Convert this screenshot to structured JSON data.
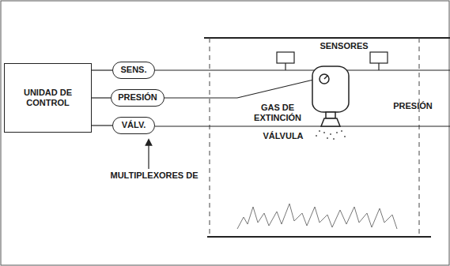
{
  "diagram": {
    "nodes": [
      {
        "text": [
          "UNIDAD DE CONTROL"
        ]
      },
      {
        "text": [
          "SENS."
        ]
      },
      {
        "text": [
          "PRESIÓN"
        ]
      },
      {
        "text": [
          "VÁLV."
        ]
      }
    ],
    "edges": [
      {
        "from": 0,
        "to": 1,
        "arrow": "none"
      },
      {
        "from": 0,
        "to": 2,
        "arrow": "none"
      },
      {
        "from": 0,
        "to": 3,
        "arrow": "none"
      }
    ],
    "labels": [
      "SENSORES",
      "GAS DE EXTINCIÓN",
      "PRESIÓN",
      "VÁLVULA",
      "MULTIPLEXORES DE"
    ]
  }
}
